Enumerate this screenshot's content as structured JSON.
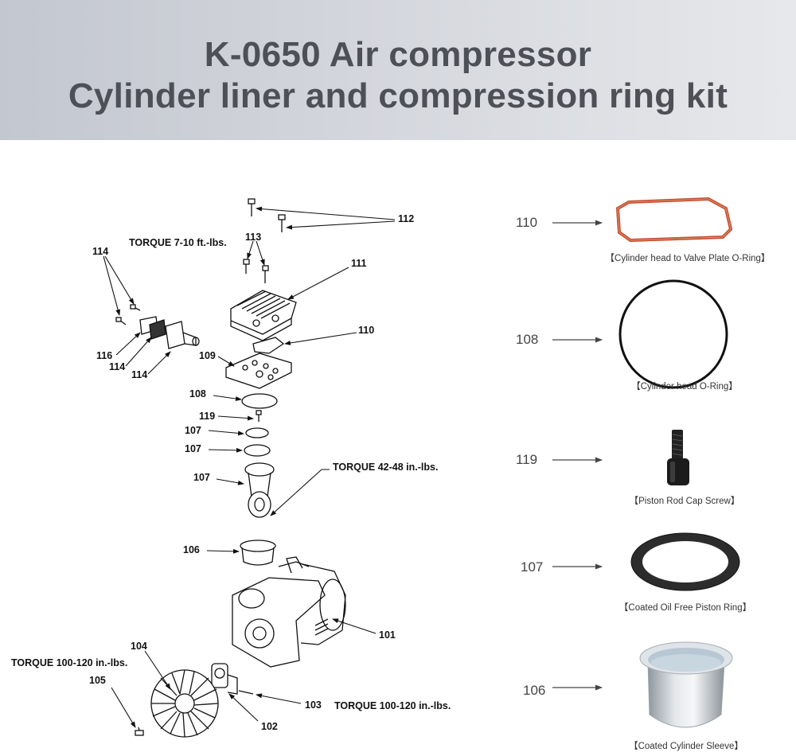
{
  "title": {
    "line1": "K-0650 Air compressor",
    "line2": "Cylinder liner and compression ring kit"
  },
  "diagram": {
    "labels": {
      "l112": "112",
      "l113": "113",
      "torque_113": "TORQUE 7-10 ft.-lbs.",
      "l114_top": "114",
      "l111": "111",
      "l110": "110",
      "l116": "116",
      "l114_a": "114",
      "l114_b": "114",
      "l109": "109",
      "l108": "108",
      "l119": "119",
      "l107_a": "107",
      "l107_b": "107",
      "l107_c": "107",
      "torque_107": "TORQUE 42-48 in.-lbs.",
      "l106": "106",
      "l101": "101",
      "l104": "104",
      "torque_105": "TORQUE 100-120 in.-lbs.",
      "l105": "105",
      "l103": "103",
      "torque_103": "TORQUE 100-120 in.-lbs.",
      "l102": "102"
    }
  },
  "kit_parts": [
    {
      "number": "110",
      "caption": "【Cylinder head to Valve Plate O-Ring】",
      "color": "#c2502f"
    },
    {
      "number": "108",
      "caption": "【Cylinder head O-Ring】",
      "color": "#111111"
    },
    {
      "number": "119",
      "caption": "【Piston Rod Cap Screw】",
      "color": "#1a1a1a"
    },
    {
      "number": "107",
      "caption": "【Coated Oil Free Piston Ring】",
      "color": "#2c2c2c"
    },
    {
      "number": "106",
      "caption": "【Coated Cylinder Sleeve】",
      "color": "#b9c3cc"
    }
  ]
}
